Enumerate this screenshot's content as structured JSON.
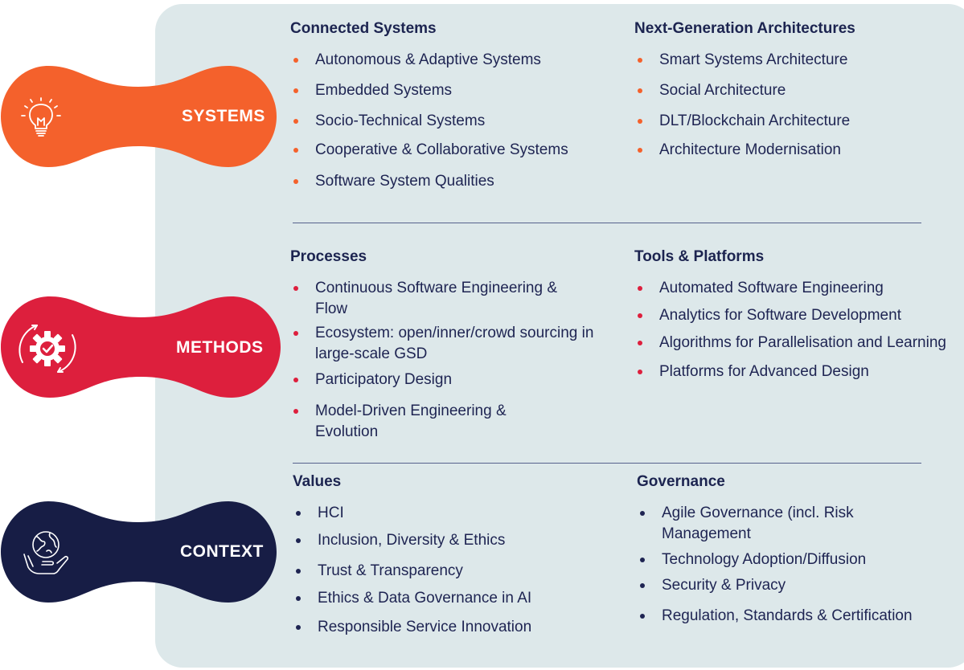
{
  "colors": {
    "systems": "#f4612c",
    "methods": "#dd1f3d",
    "context": "#171d45",
    "panel": "#dde8ea",
    "text": "#1e2452"
  },
  "pillars": [
    {
      "label": "SYSTEMS",
      "icon": "lightbulb-icon"
    },
    {
      "label": "METHODS",
      "icon": "gear-check-icon"
    },
    {
      "label": "CONTEXT",
      "icon": "globe-in-hand-icon"
    }
  ],
  "sections": {
    "connected_systems": {
      "title": "Connected Systems",
      "items": [
        "Autonomous & Adaptive Systems",
        "Embedded Systems",
        "Socio-Technical Systems",
        "Cooperative & Collaborative Systems",
        "Software System Qualities"
      ]
    },
    "next_gen": {
      "title": "Next-Generation Architectures",
      "items": [
        "Smart Systems Architecture",
        "Social Architecture",
        "DLT/Blockchain Architecture",
        "Architecture Modernisation"
      ]
    },
    "processes": {
      "title": "Processes",
      "items": [
        "Continuous Software Engineering & Flow",
        "Ecosystem: open/inner/crowd sourcing in large-scale GSD",
        "Participatory Design",
        "Model-Driven Engineering & Evolution"
      ]
    },
    "tools": {
      "title": "Tools & Platforms",
      "items": [
        "Automated Software Engineering",
        "Analytics for Software Development",
        "Algorithms for Parallelisation and Learning",
        "Platforms for Advanced Design"
      ]
    },
    "values": {
      "title": "Values",
      "items": [
        "HCI",
        "Inclusion, Diversity & Ethics",
        "Trust & Transparency",
        "Ethics & Data Governance in AI",
        "Responsible Service Innovation"
      ]
    },
    "governance": {
      "title": "Governance",
      "items": [
        "Agile Governance (incl. Risk Management",
        "Technology Adoption/Diffusion",
        "Security & Privacy",
        "Regulation, Standards & Certification"
      ]
    }
  }
}
